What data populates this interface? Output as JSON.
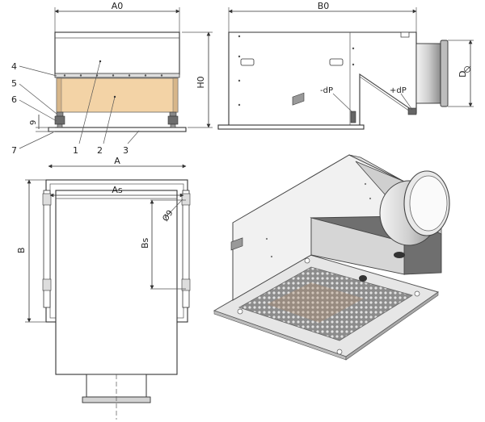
{
  "labels": {
    "a0": "A0",
    "b0": "B0",
    "h0": "H0",
    "d": "D",
    "minus_dp": "-dP",
    "plus_dp": "+dP",
    "n1": "1",
    "n2": "2",
    "n3": "3",
    "n4": "4",
    "n5": "5",
    "n6": "6",
    "n7": "7",
    "nine": "9",
    "a": "A",
    "as": "As",
    "b": "B",
    "bs": "Bs",
    "d9": "Ø9"
  },
  "colors": {
    "filter": "#f3d3a6",
    "line": "#333333",
    "metal_light": "#e9e9e9",
    "metal_dark": "#9a9a9a",
    "grille": "#b08a6a"
  }
}
